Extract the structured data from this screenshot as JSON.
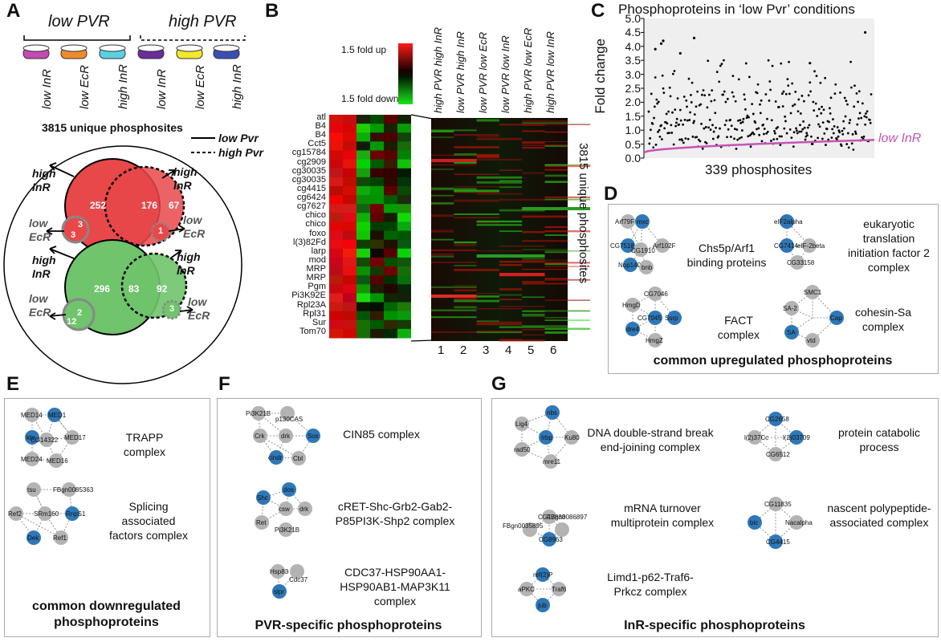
{
  "panelA": {
    "label": "A",
    "group_low": "low PVR",
    "group_high": "high PVR",
    "conditions": [
      "low InR",
      "low EcR",
      "high InR",
      "low InR",
      "low EcR",
      "high InR"
    ],
    "tube_colors": [
      "#c44bb1",
      "#f08a2a",
      "#5ad1e0",
      "#6a2d9a",
      "#f4e82c",
      "#3a4fb4"
    ],
    "title": "3815 unique phosphosites",
    "legend_solid": "low Pvr",
    "legend_dashed": "high Pvr",
    "up": {
      "a": "252",
      "b": "176",
      "c": "67",
      "d": "3",
      "e": "3",
      "f": "1"
    },
    "down": {
      "a": "296",
      "b": "83",
      "c": "92",
      "d": "2",
      "e": "12",
      "f": "3"
    },
    "lab_highInR_1": "high InR",
    "lab_highInR_2": "high InR",
    "lab_lowEcR_1": "low EcR",
    "lab_lowEcR_2": "low EcR",
    "lab_highInR_3": "high InR",
    "lab_highInR_4": "high InR",
    "lab_lowEcR_3": "low EcR",
    "lab_lowEcR_4": "low EcR"
  },
  "panelB": {
    "label": "B",
    "scale_up": "1.5 fold up",
    "scale_down": "1.5 fold down",
    "genes": [
      "atl",
      "B4",
      "B4",
      "Cct5",
      "cg15784",
      "cg2909",
      "cg30035",
      "cg30035",
      "cg4415",
      "cg6424",
      "cg7627",
      "chico",
      "chico",
      "foxo",
      "l(3)82Fd",
      "larp",
      "mod",
      "MRP",
      "MRP",
      "Pgm",
      "Pi3K92E",
      "Rpl23A",
      "Rpl31",
      "Sur",
      "Tom70"
    ],
    "columns": [
      "high PVR high InR",
      "low PVR high InR",
      "low PVR low EcR",
      "low PVR low InR",
      "high PVR low EcR",
      "high PVR low InR"
    ],
    "column_numbers": [
      "1",
      "2",
      "3",
      "4",
      "5",
      "6"
    ],
    "side_label": "3815 unique phosphosites"
  },
  "panelC": {
    "label": "C",
    "title": "Phosphoproteins in ‘low Pvr’ conditions",
    "ylabel": "Fold change",
    "xlabel": "339 phosphosites",
    "ticks": [
      "0.0",
      "0.5",
      "1.0",
      "1.5",
      "2.0",
      "2.5",
      "3.0",
      "3.5",
      "4.0",
      "4.5",
      "5.0"
    ],
    "series_label": "low InR"
  },
  "chart_data": {
    "type": "scatter",
    "title": "Phosphoproteins in ‘low Pvr’ conditions",
    "xlabel": "339 phosphosites",
    "ylabel": "Fold change",
    "ylim": [
      0,
      5
    ],
    "n_points": 339,
    "series": [
      {
        "name": "low InR",
        "type": "line",
        "start": 0.2,
        "end": 0.65
      }
    ],
    "highlight_points": [
      {
        "x": 10,
        "y": 3.9
      },
      {
        "x": 19,
        "y": 4.1
      },
      {
        "x": 22,
        "y": 4.2
      },
      {
        "x": 48,
        "y": 3.75
      },
      {
        "x": 69,
        "y": 4.3
      },
      {
        "x": 245,
        "y": 3.4
      },
      {
        "x": 329,
        "y": 4.5
      }
    ]
  },
  "panelD": {
    "label": "D",
    "bottom_title": "common upregulated phosphoproteins",
    "c1": {
      "name": "Chs5p/Arf1 binding proteins",
      "nodes": [
        "Arf79F",
        "mxc",
        "CG7518",
        "CG1910",
        "Arf102F",
        "Nop140",
        "bnb"
      ]
    },
    "c2": {
      "name": "eukaryotic translation initiation factor 2 complex",
      "nodes": [
        "eIF2alpha",
        "CG7414",
        "eIF-2beta",
        "CG33158"
      ]
    },
    "c3": {
      "name": "FACT complex",
      "nodes": [
        "HmgD",
        "CG7046",
        "CG7045",
        "Ssrp",
        "dre4",
        "HmgZ"
      ]
    },
    "c4": {
      "name": "cohesin-Sa complex",
      "nodes": [
        "SMC1",
        "SA-2",
        "Cap",
        "SA",
        "vtd"
      ]
    }
  },
  "panelE": {
    "label": "E",
    "bottom_title": "common downregulated phosphoproteins",
    "c1": {
      "name": "TRAPP complex",
      "nodes": [
        "MED14",
        "MED1",
        "kto",
        "CG14322",
        "MED17",
        "MED24",
        "MED16"
      ]
    },
    "c2": {
      "name": "Splicing associated factors complex",
      "nodes": [
        "tsu",
        "FBgn0085363",
        "Ref2",
        "SRm160",
        "RnpS1",
        "Dek",
        "Ref1"
      ]
    }
  },
  "panelF": {
    "label": "F",
    "bottom_title": "PVR-specific  phosphoproteins",
    "c1": {
      "name": "CIN85 complex",
      "nodes": [
        "Pi3K21B",
        "p130CAS",
        "Crk",
        "drk",
        "Sos",
        "cindr",
        "Cbl"
      ]
    },
    "c2": {
      "name": "cRET-Shc-Grb2-Gab2-P85PI3K-Shp2 complex",
      "nodes": [
        "dos",
        "Shc",
        "csw",
        "drk",
        "Ret",
        "Pi3K21B"
      ]
    },
    "c3": {
      "name": "CDC37-HSP90AA1-HSP90AB1-MAP3K11 complex",
      "nodes": [
        "Hsp83",
        "Cdc37",
        "slpr"
      ]
    }
  },
  "panelG": {
    "label": "G",
    "bottom_title": "InR-specific  phosphoproteins",
    "c1": {
      "name": "DNA double-strand break end-joining complex",
      "nodes": [
        "nbs",
        "Lig4",
        "Irbp",
        "Ku80",
        "rad50",
        "mre11"
      ]
    },
    "c2": {
      "name": "protein catabolic process",
      "nodes": [
        "CG2658",
        "l(2)37Cc",
        "l(2)03709",
        "CG6512"
      ]
    },
    "c3": {
      "name": "mRNA turnover multiprotein complex",
      "nodes": [
        "CG17838",
        "FBgn0035895",
        "FBgn0086897",
        "CG8963"
      ]
    },
    "c4": {
      "name": "nascent polypeptide-associated complex",
      "nodes": [
        "CG11835",
        "bic",
        "Nacalpha",
        "CG4415"
      ]
    },
    "c5": {
      "name": "Limd1-p62-Traf6-Prkcz complex",
      "nodes": [
        "ref(2)P",
        "aPKC",
        "Traf6",
        "jub"
      ]
    }
  }
}
